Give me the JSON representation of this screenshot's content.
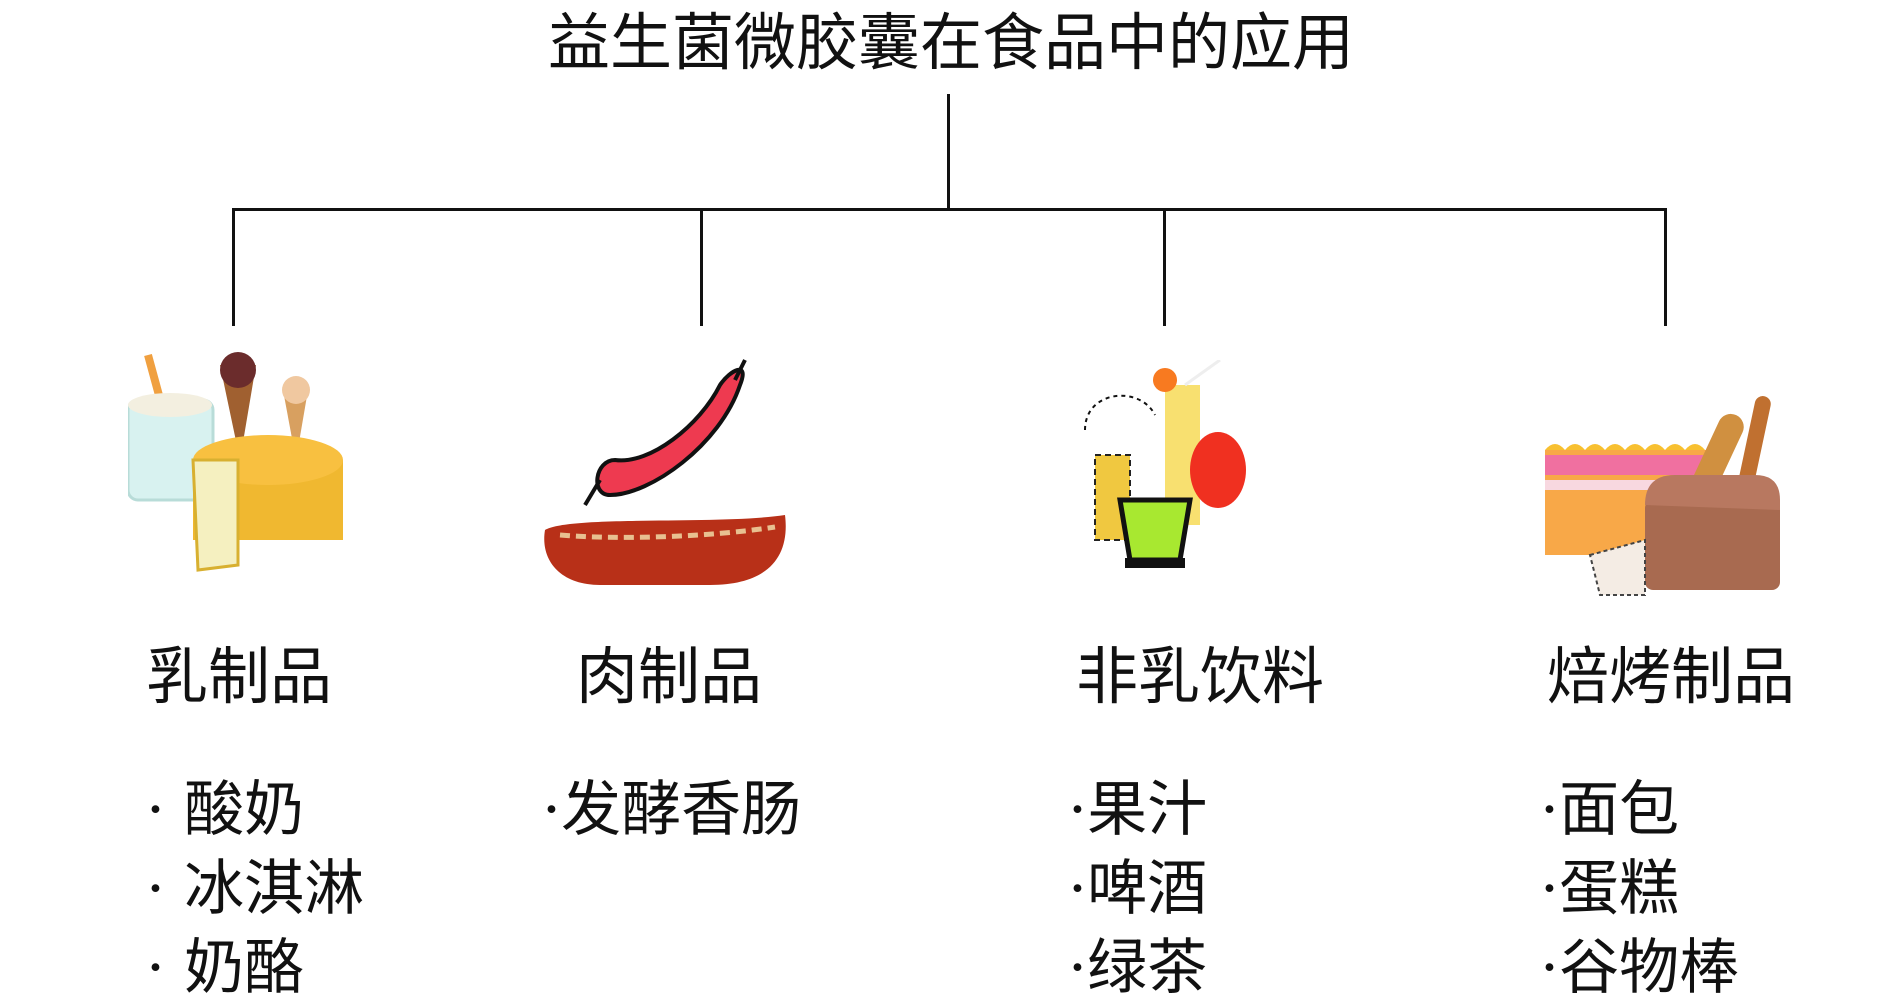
{
  "title": "益生菌微胶囊在食品中的应用",
  "categories": [
    {
      "label": "乳制品",
      "icon": "dairy-icon",
      "items": [
        "酸奶",
        "冰淇淋",
        "奶酪"
      ]
    },
    {
      "label": "肉制品",
      "icon": "sausage-icon",
      "items": [
        "发酵香肠"
      ]
    },
    {
      "label": "非乳饮料",
      "icon": "beverage-icon",
      "items": [
        "果汁",
        "啤酒",
        "绿茶"
      ]
    },
    {
      "label": "焙烤制品",
      "icon": "bakery-icon",
      "items": [
        "面包",
        "蛋糕",
        "谷物棒"
      ]
    }
  ],
  "bullet": "·"
}
